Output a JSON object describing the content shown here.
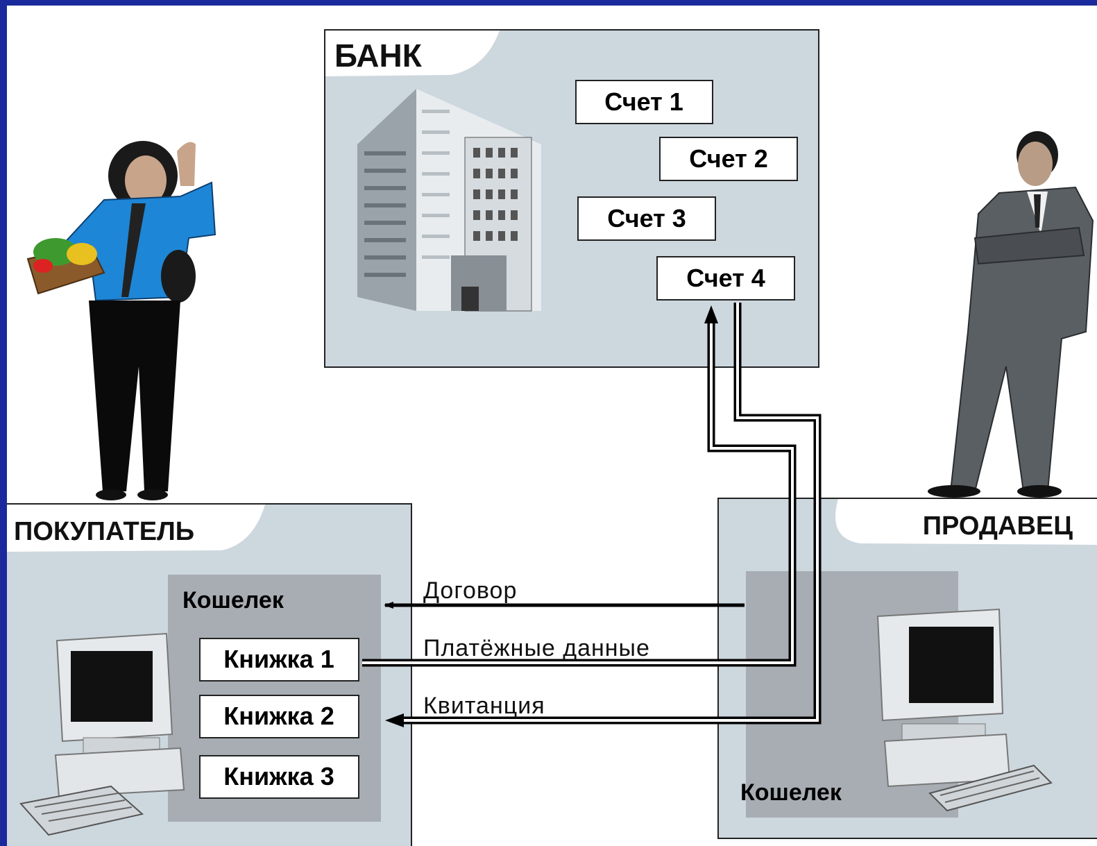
{
  "colors": {
    "frame": "#1a2a9c",
    "panel": "#cdd7de",
    "wallet": "#a7adb3",
    "line": "#000000"
  },
  "bank": {
    "title": "БАНК",
    "accounts": [
      "Счет 1",
      "Счет 2",
      "Счет 3",
      "Счет 4"
    ],
    "icon": "office-building-icon"
  },
  "buyer": {
    "title": "ПОКУПАТЕЛЬ",
    "wallet_label": "Кошелек",
    "books": [
      "Книжка 1",
      "Книжка 2",
      "Книжка 3"
    ],
    "icon": "computer-icon",
    "person_icon": "woman-with-basket-icon"
  },
  "seller": {
    "title": "ПРОДАВЕЦ",
    "wallet_label": "Кошелек",
    "icon": "computer-icon",
    "person_icon": "businessman-icon"
  },
  "flows": {
    "contract": "Договор",
    "payment_data": "Платёжные данные",
    "receipt": "Квитанция"
  }
}
